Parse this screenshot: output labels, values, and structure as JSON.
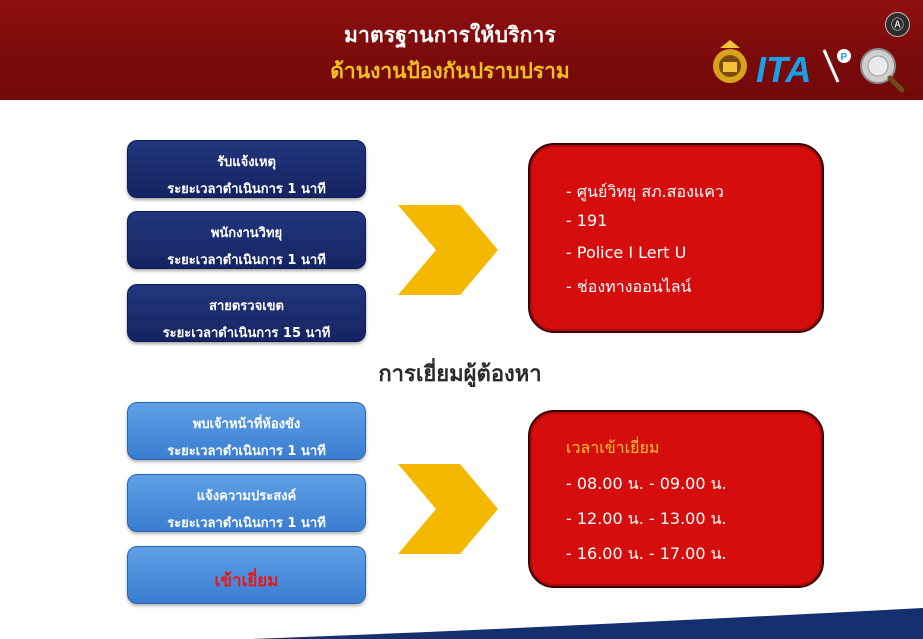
{
  "header": {
    "title_line1": "มาตรฐานการให้บริการ",
    "title_line2": "ด้านงานป้องกันปราบปราม",
    "translate_icon": "translate-icon",
    "logo_text": "ITA",
    "logo_badge": "P",
    "colors": {
      "background": "#7f0c0c",
      "title": "#ffffff",
      "subtitle": "#f3c21a"
    }
  },
  "section1": {
    "steps": [
      {
        "title": "รับแจ้งเหตุ",
        "duration": "ระยะเวลาดำเนินการ 1 นาที"
      },
      {
        "title": "พนักงานวิทยุ",
        "duration": "ระยะเวลาดำเนินการ 1 นาที"
      },
      {
        "title": "สายตรวจเขต",
        "duration": "ระยะเวลาดำเนินการ 15 นาที"
      }
    ],
    "channels": [
      "- ศูนย์วิทยุ สภ.สองแคว",
      "- 191",
      "- Police I Lert U",
      "- ช่องทางออนไลน์"
    ]
  },
  "section2": {
    "heading": "การเยี่ยมผู้ต้องหา",
    "steps": [
      {
        "title": "พบเจ้าหน้าที่ห้องขัง",
        "duration": "ระยะเวลาดำเนินการ 1 นาที"
      },
      {
        "title": "แจ้งความประสงค์",
        "duration": "ระยะเวลาดำเนินการ 1 นาที"
      }
    ],
    "final_step": "เข้าเยี่ยม",
    "visit_time_label": "เวลาเข้าเยี่ยม",
    "visit_times": [
      "- 08.00 น. - 09.00 น.",
      "- 12.00 น. - 13.00 น.",
      "- 16.00 น. - 17.00 น."
    ]
  },
  "colors": {
    "dark_box": "#1b2b6c",
    "light_box": "#4a8bdc",
    "panel": "#d60d0d",
    "chevron": "#f5b800",
    "swoosh": "#15306e"
  }
}
